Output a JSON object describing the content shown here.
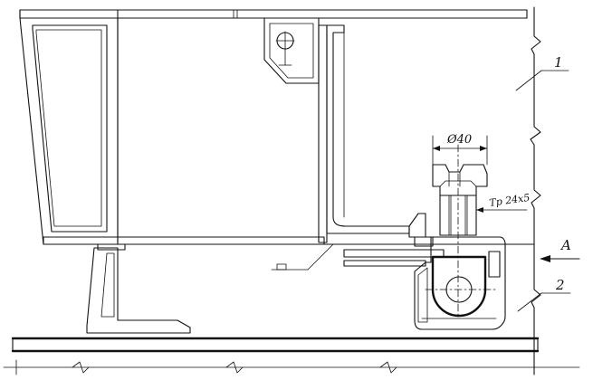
{
  "labels": {
    "part_1": "1",
    "part_2": "2",
    "view_a": "A",
    "diameter": "Ø40",
    "thread": "Тр 24x5"
  }
}
